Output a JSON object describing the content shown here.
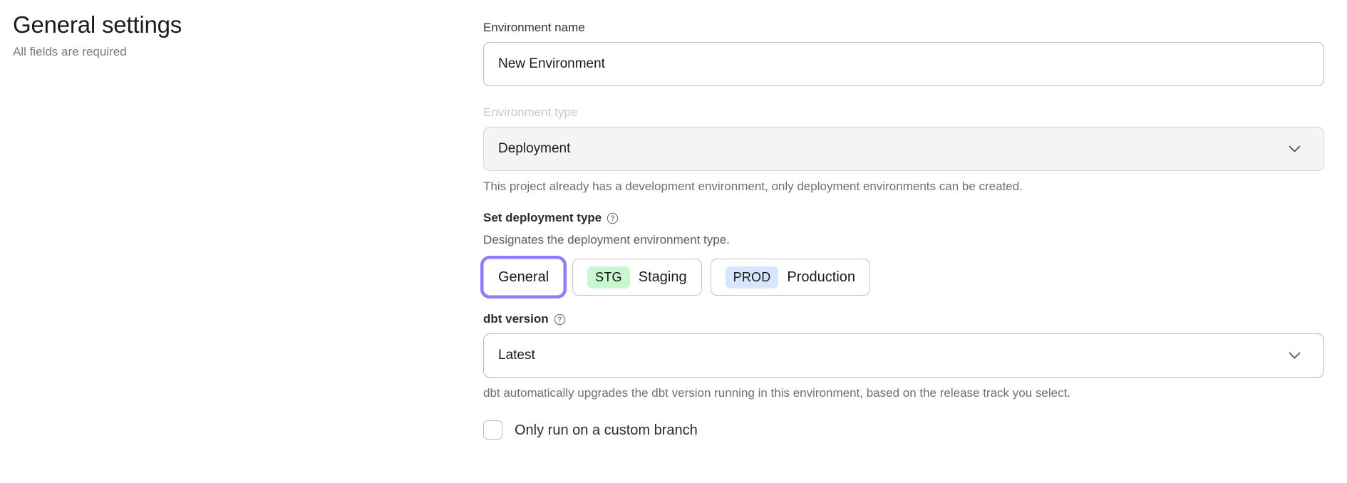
{
  "header": {
    "title": "General settings",
    "subtitle": "All fields are required"
  },
  "form": {
    "environment_name": {
      "label": "Environment name",
      "value": "New Environment",
      "placeholder": "New Environment"
    },
    "environment_type": {
      "label": "Environment type",
      "value": "Deployment",
      "chevron_icon": "chevron-down-icon",
      "disabled": true,
      "helper_text": "This project already has a development environment, only deployment environments can be created."
    },
    "deployment_type": {
      "label": "Set deployment type",
      "help_icon": "help-circle-icon",
      "description": "Designates the deployment environment type.",
      "options": [
        {
          "label": "General",
          "badge": "",
          "badge_color": "",
          "selected": true
        },
        {
          "label": "Staging",
          "badge": "STG",
          "badge_color": "#c9f7cf",
          "selected": false
        },
        {
          "label": "Production",
          "badge": "PROD",
          "badge_color": "#d8e6fc",
          "selected": false
        }
      ]
    },
    "dbt_version": {
      "label": "dbt version",
      "help_icon": "help-circle-icon",
      "value": "Latest",
      "chevron_icon": "chevron-down-icon",
      "helper_text": "dbt automatically upgrades the dbt version running in this environment, based on the release track you select."
    },
    "custom_branch": {
      "label": "Only run on a custom branch",
      "checked": false
    }
  },
  "colors": {
    "focus_ring": "#8b7dfb",
    "staging_badge": "#c9f7cf",
    "production_badge": "#d8e6fc",
    "disabled_label": "#c6c6ca"
  }
}
